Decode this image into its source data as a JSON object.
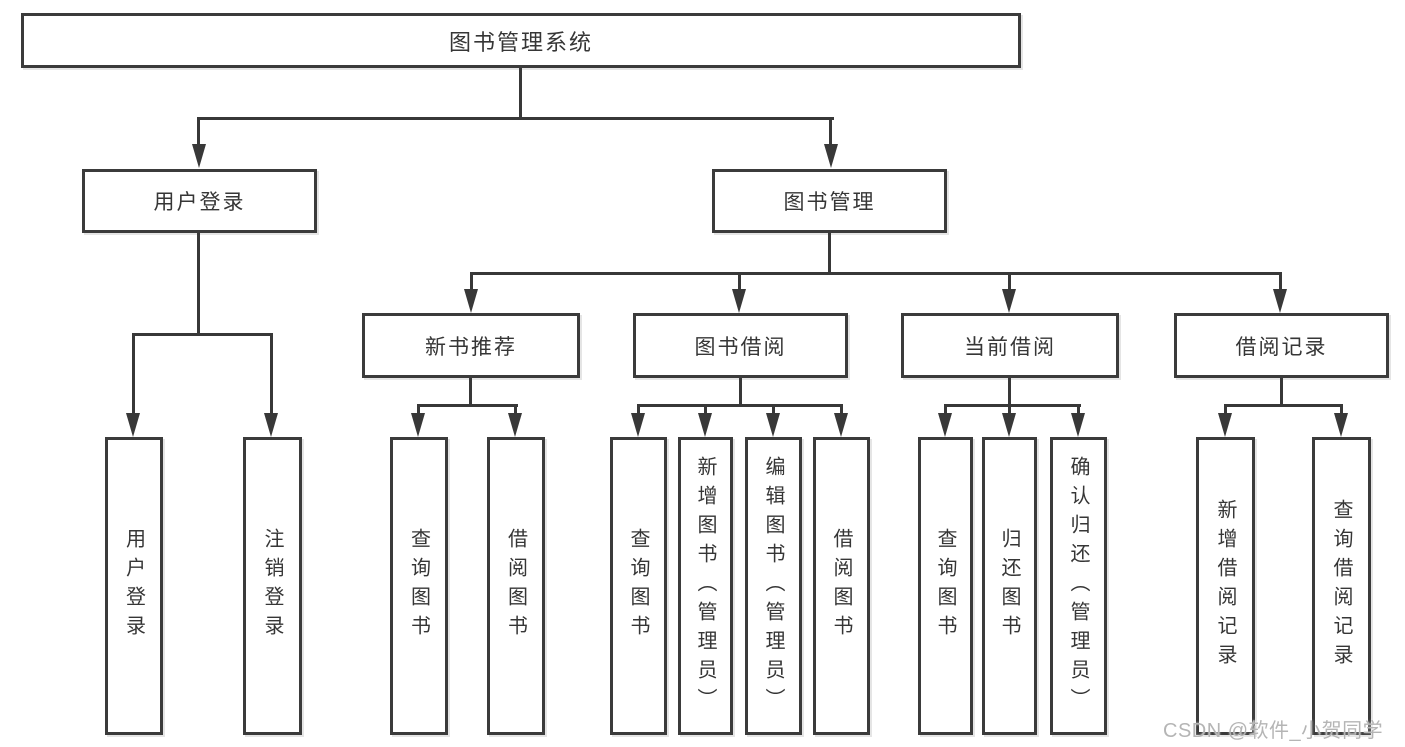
{
  "diagram": {
    "nodes": {
      "root": {
        "label": "图书管理系统"
      },
      "user_login": {
        "label": "用户登录"
      },
      "book_mgmt": {
        "label": "图书管理"
      },
      "new_book_rec": {
        "label": "新书推荐"
      },
      "book_borrow": {
        "label": "图书借阅"
      },
      "current_borrow": {
        "label": "当前借阅"
      },
      "borrow_record": {
        "label": "借阅记录"
      },
      "leaf_user_login": {
        "label": "用户登录"
      },
      "leaf_logout": {
        "label": "注销登录"
      },
      "leaf_rec_query": {
        "label": "查询图书"
      },
      "leaf_rec_borrow": {
        "label": "借阅图书"
      },
      "leaf_bor_query": {
        "label": "查询图书"
      },
      "leaf_bor_add": {
        "label": "新增图书（管理员）"
      },
      "leaf_bor_edit": {
        "label": "编辑图书（管理员）"
      },
      "leaf_bor_borrow": {
        "label": "借阅图书"
      },
      "leaf_cur_query": {
        "label": "查询图书"
      },
      "leaf_cur_return": {
        "label": "归还图书"
      },
      "leaf_cur_confirm": {
        "label": "确认归还（管理员）"
      },
      "leaf_record_add": {
        "label": "新增借阅记录"
      },
      "leaf_record_query": {
        "label": "查询借阅记录"
      }
    },
    "watermark": "CSDN @软件_小贺同学",
    "colors": {
      "line": "#383838",
      "box_border": "#3b3b3b",
      "box_fill": "#ffffff",
      "text": "#363636",
      "watermark": "#b5b5b5",
      "background": "#ffffff"
    }
  }
}
